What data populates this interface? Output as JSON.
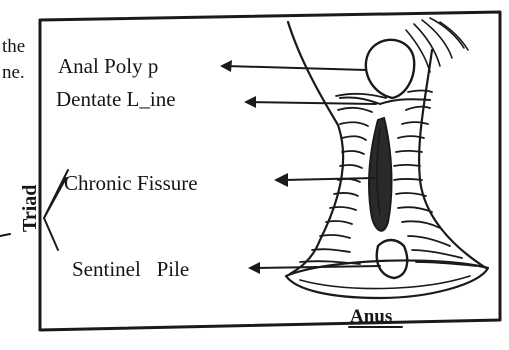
{
  "fragment_text": {
    "line1": "the",
    "line2": "ne."
  },
  "labels": {
    "anal_polyp": "Anal Poly p",
    "dentate_line": "Dentate L_ine",
    "chronic_fissure": "Chronic Fissure",
    "sentinel_pile": "Sentinel   Pile",
    "triad": "Triad",
    "anus": "Anus"
  }
}
